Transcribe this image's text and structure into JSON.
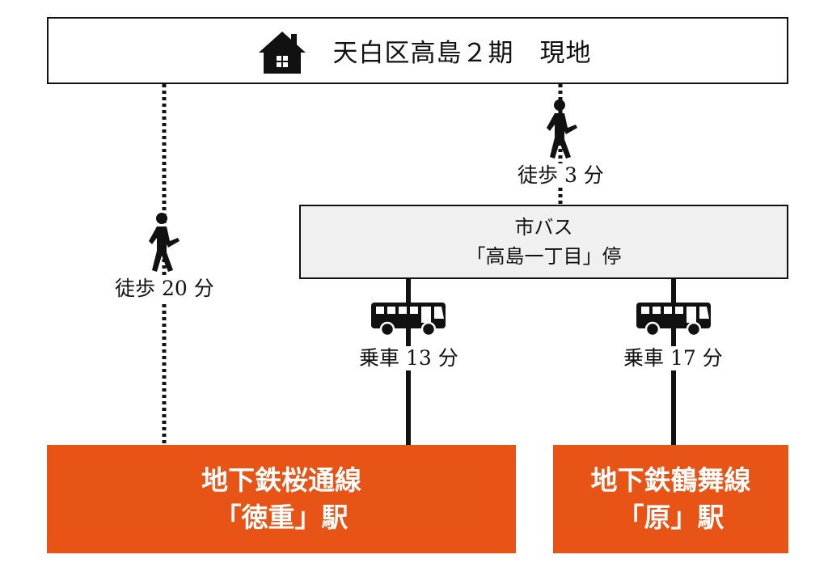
{
  "destination": {
    "title": "天白区高島２期　現地",
    "icon": "house-icon"
  },
  "bus_stop": {
    "line1": "市バス",
    "line2": "「高島一丁目」停"
  },
  "routes": {
    "walk_direct": {
      "label": "徒歩 20 分",
      "icon": "walking-person-icon"
    },
    "walk_to_bus": {
      "label": "徒歩 3 分",
      "icon": "walking-person-icon"
    },
    "bus_left": {
      "label": "乗車 13 分",
      "icon": "bus-icon"
    },
    "bus_right": {
      "label": "乗車 17 分",
      "icon": "bus-icon"
    }
  },
  "stations": {
    "left": {
      "line1": "地下鉄桜通線",
      "line2": "「徳重」駅"
    },
    "right": {
      "line1": "地下鉄鶴舞線",
      "line2": "「原」駅"
    }
  },
  "colors": {
    "station": "#E85416",
    "line": "#111111",
    "bus_stop_fill": "#F0F0F0"
  }
}
